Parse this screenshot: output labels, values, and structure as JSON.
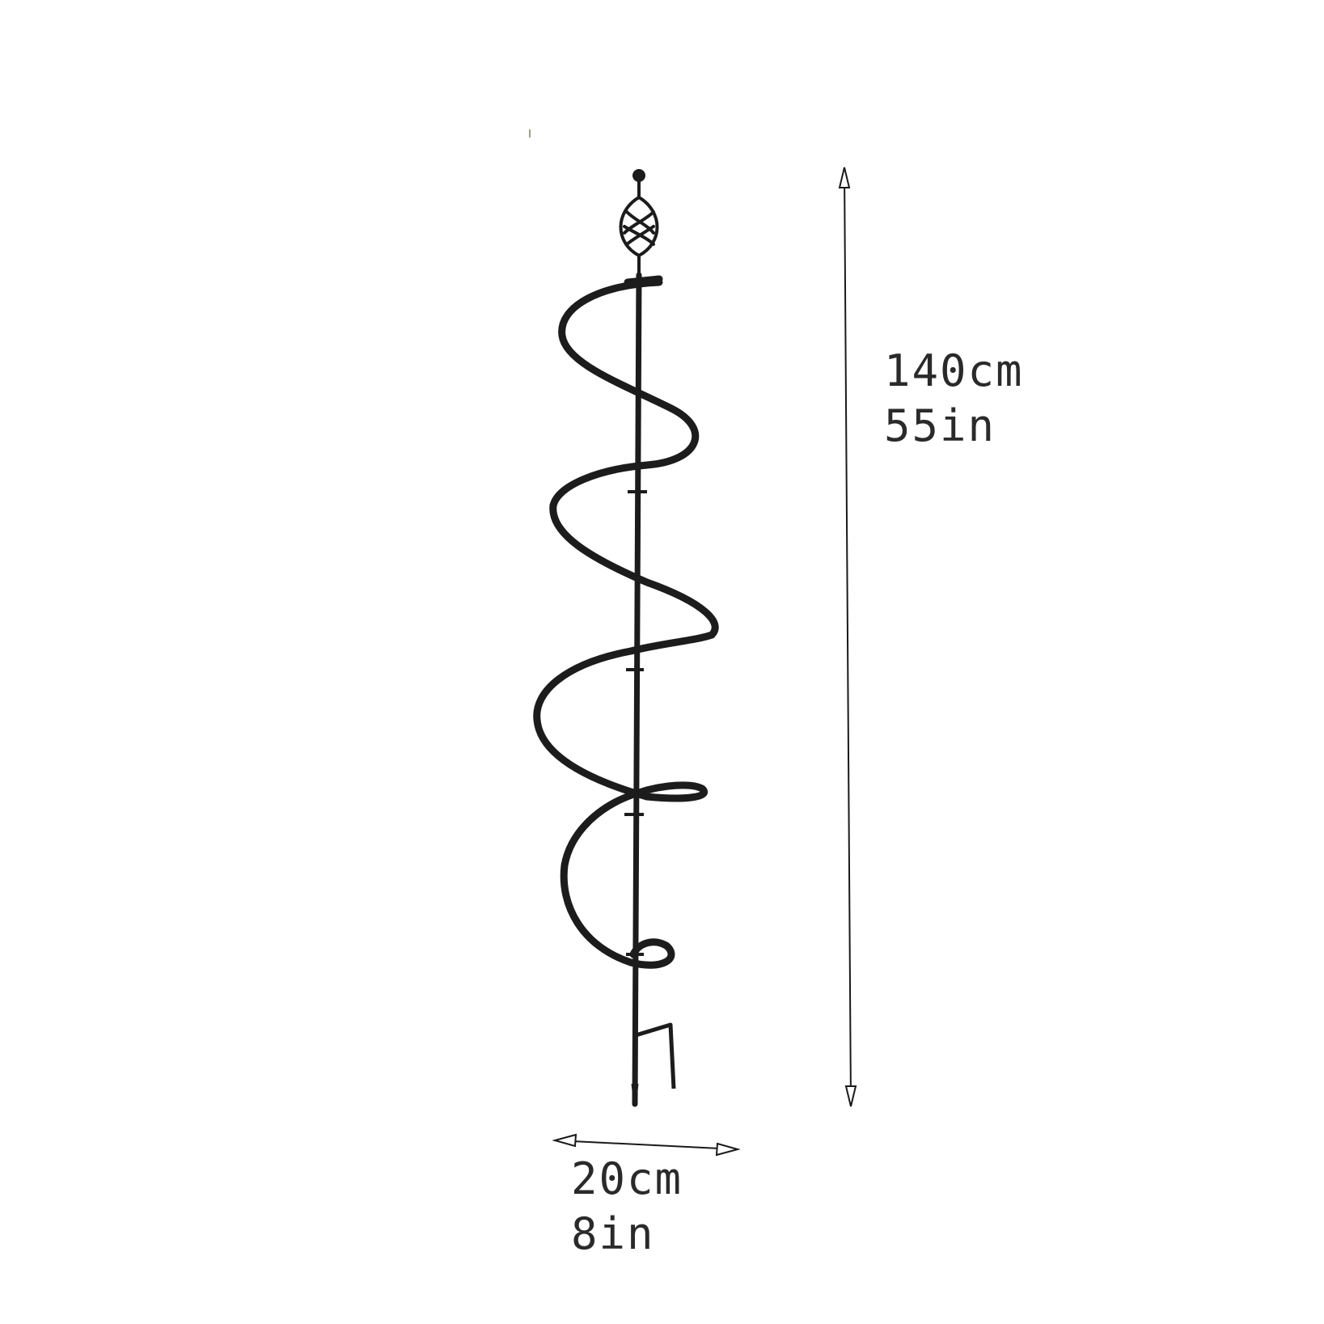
{
  "product": {
    "name_icon": "spiral-trellis-icon"
  },
  "dimensions": {
    "height": {
      "metric": "140cm",
      "imperial": "55in"
    },
    "width": {
      "metric": "20cm",
      "imperial": "8in"
    }
  },
  "colors": {
    "metal": "#1c1c1c",
    "arrow": "#1a1a1a",
    "label": "#2a2a2a",
    "background": "#ffffff"
  }
}
